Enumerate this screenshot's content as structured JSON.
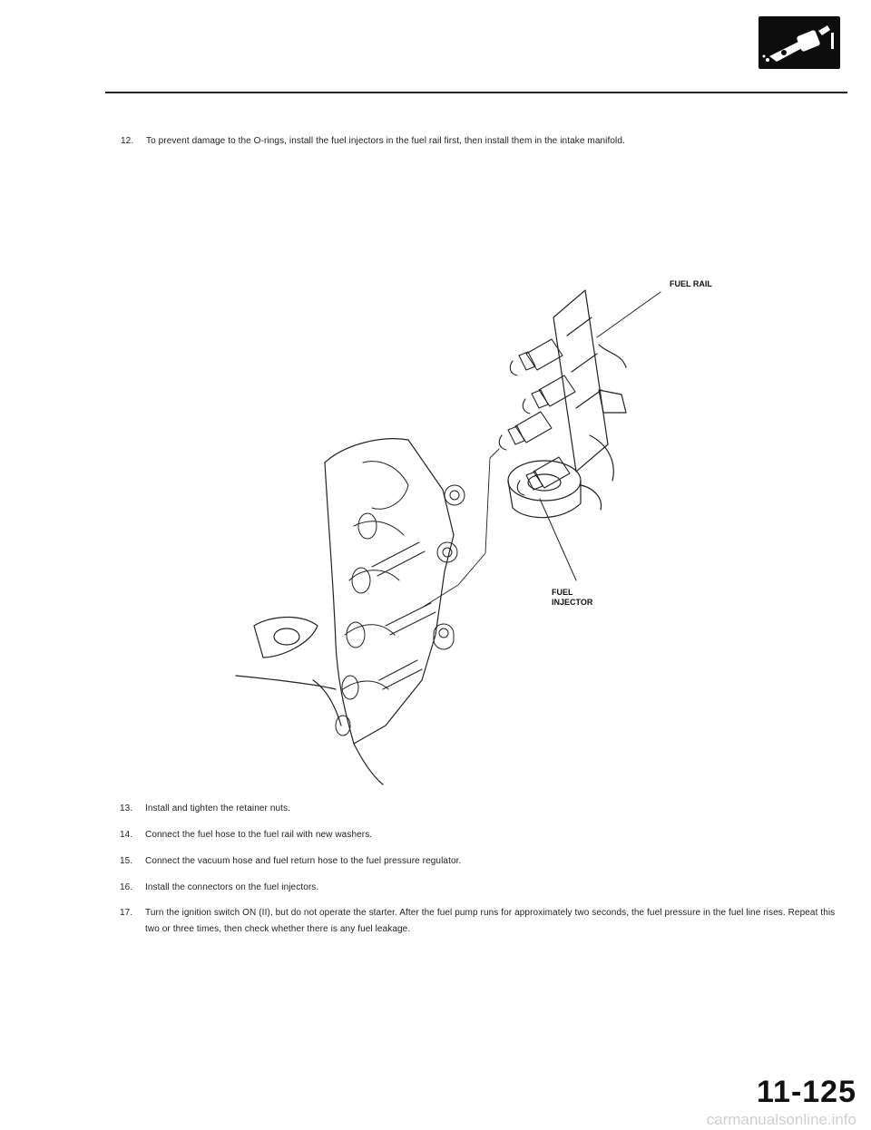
{
  "header": {
    "icon": "fuel-injector-icon"
  },
  "steps": [
    {
      "num": "12.",
      "text": "To prevent damage to the O-rings, install the fuel injectors in the fuel rail first, then install them in the intake manifold."
    },
    {
      "num": "13.",
      "text": "Install and tighten the retainer nuts."
    },
    {
      "num": "14.",
      "text": "Connect the fuel hose to the fuel rail with new washers."
    },
    {
      "num": "15.",
      "text": "Connect the vacuum hose and fuel return hose to the fuel pressure regulator."
    },
    {
      "num": "16.",
      "text": "Install the connectors on the fuel injectors."
    },
    {
      "num": "17.",
      "text": "Turn the ignition switch ON (II), but do not operate the starter. After the fuel pump runs for approximately two seconds, the fuel pressure in the fuel line rises. Repeat this two or three times, then check whether there is any fuel leakage."
    }
  ],
  "diagram": {
    "labels": {
      "fuel_rail": "FUEL RAIL",
      "fuel_injector_line1": "FUEL",
      "fuel_injector_line2": "INJECTOR"
    }
  },
  "page_number": "11-125",
  "watermark": "carmanualsonline.info"
}
